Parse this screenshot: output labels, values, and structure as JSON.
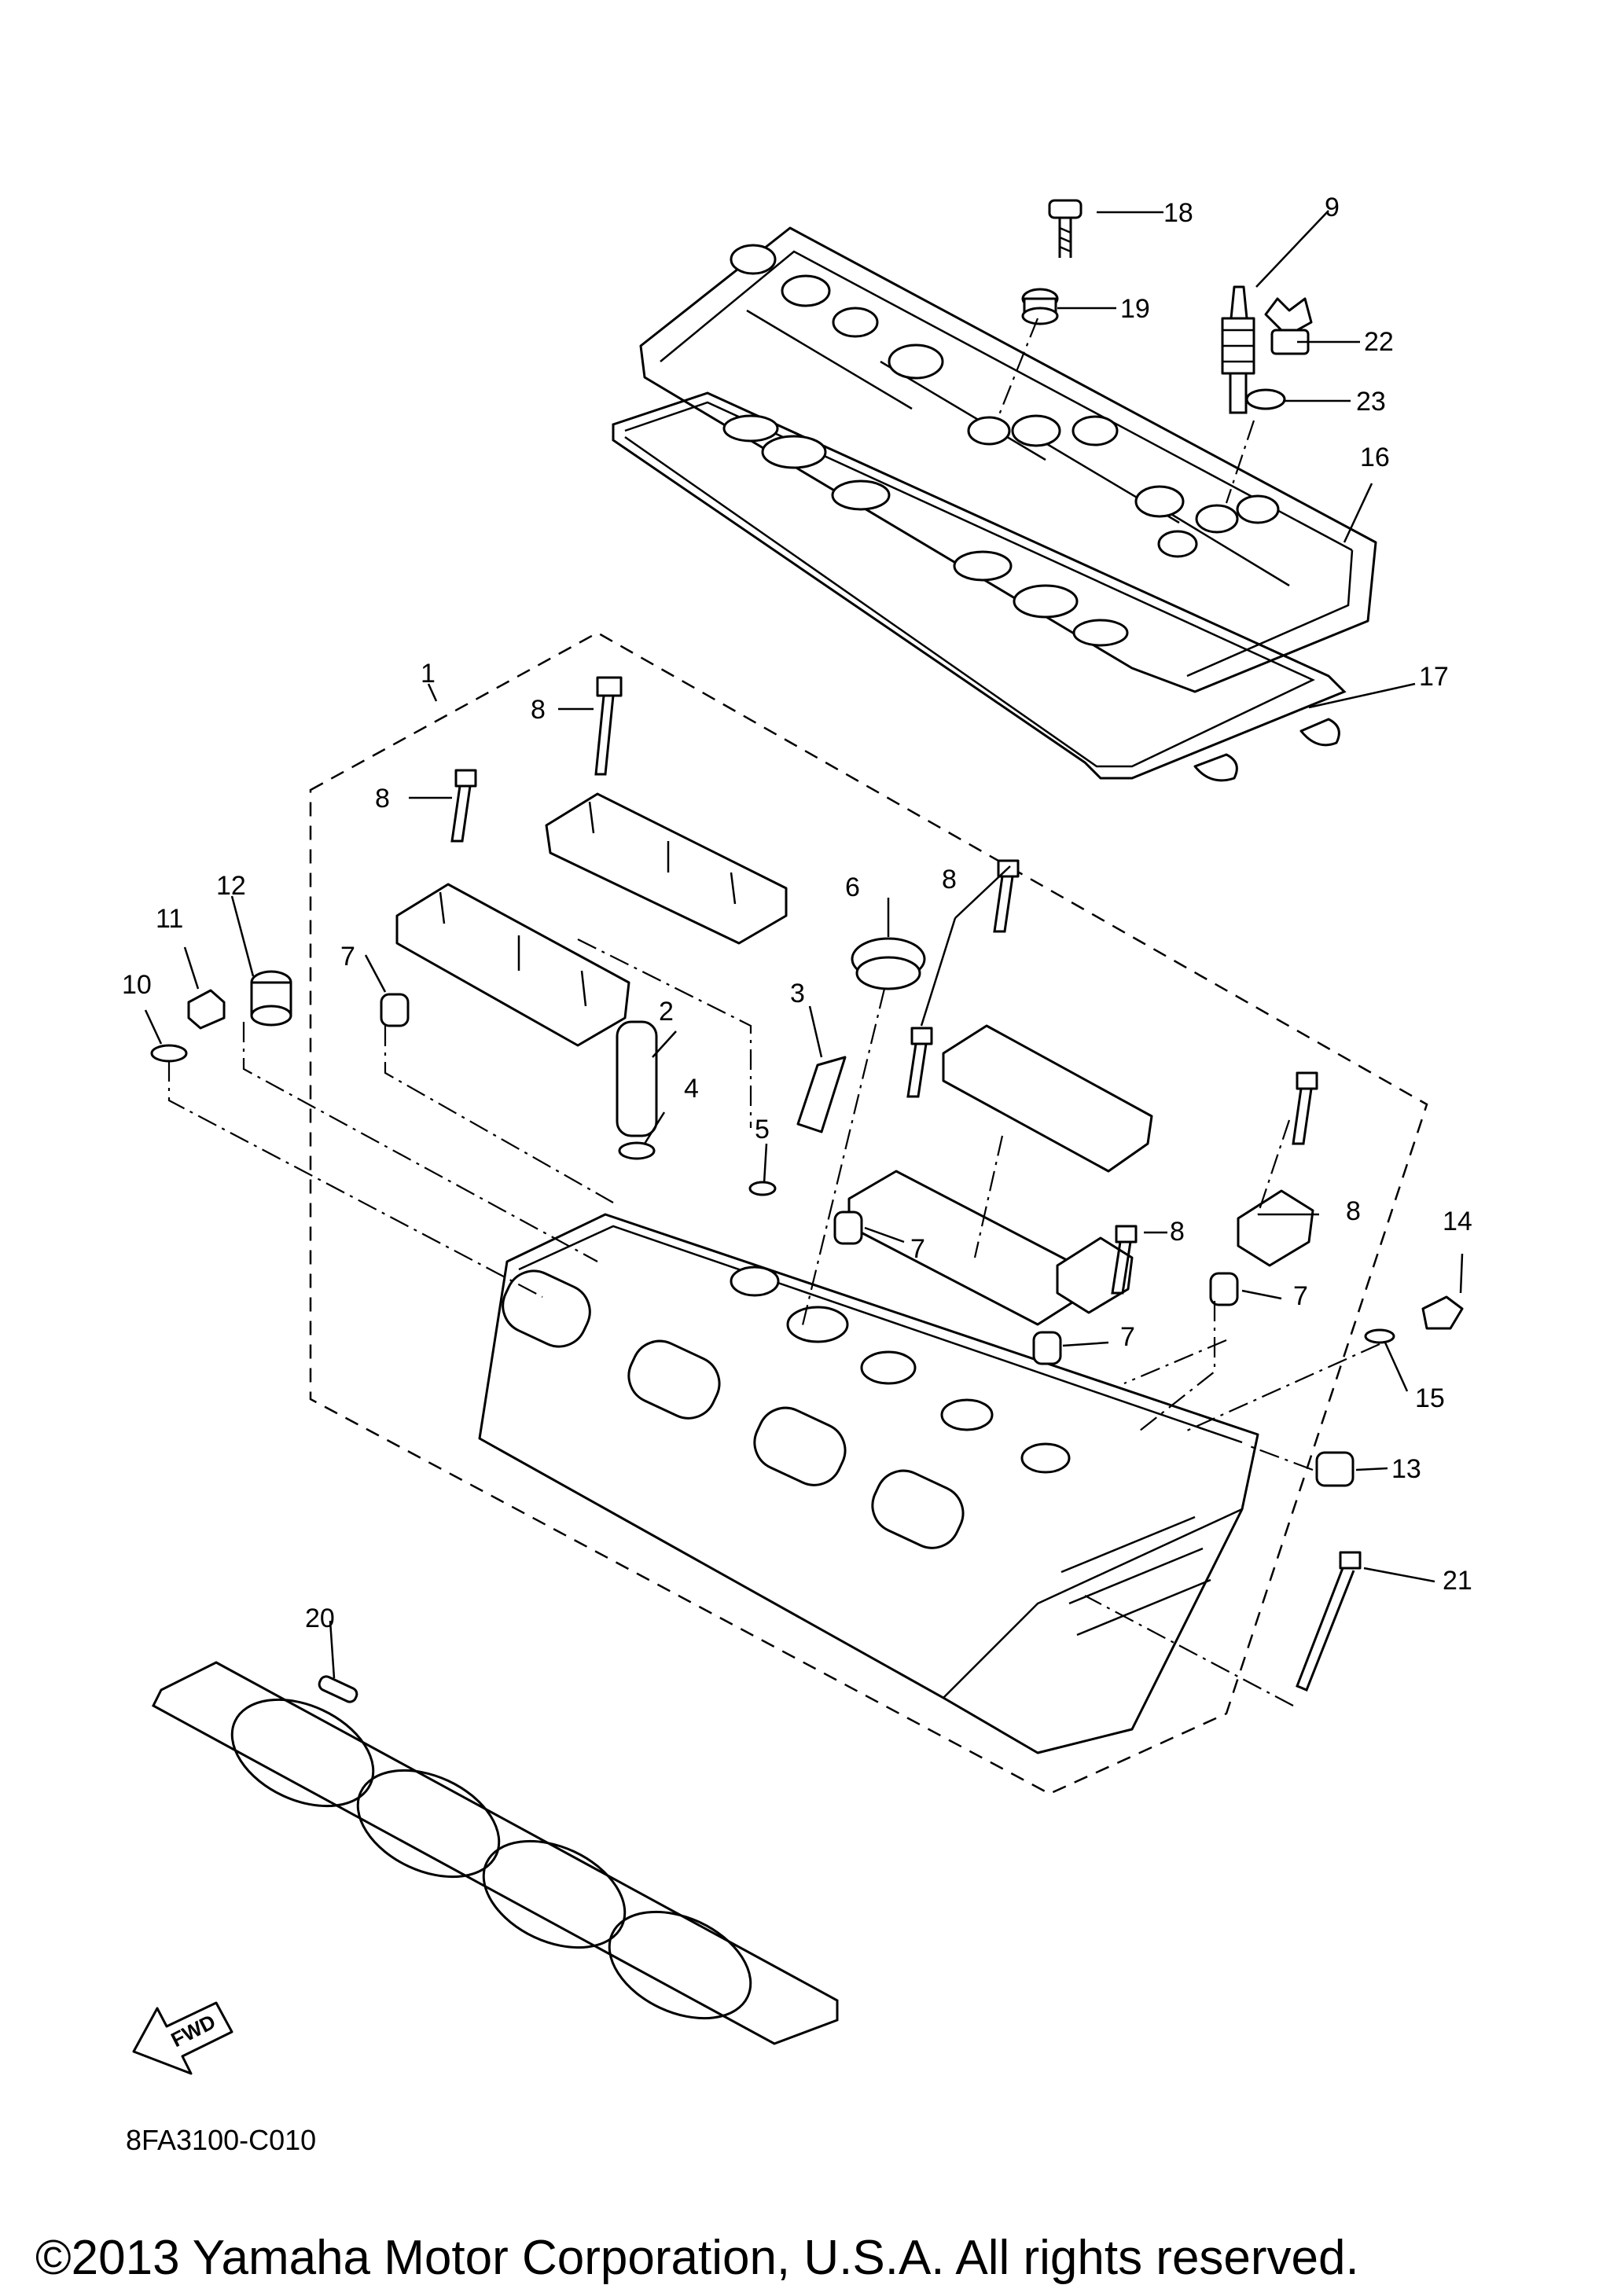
{
  "diagram": {
    "drawing_code": "8FA3100-C010",
    "fwd_label": "FWD",
    "copyright": "©2013 Yamaha Motor Corporation, U.S.A. All rights reserved.",
    "callouts": [
      {
        "id": "c1",
        "label": "1"
      },
      {
        "id": "c2",
        "label": "2"
      },
      {
        "id": "c3",
        "label": "3"
      },
      {
        "id": "c4",
        "label": "4"
      },
      {
        "id": "c5",
        "label": "5"
      },
      {
        "id": "c6",
        "label": "6"
      },
      {
        "id": "c7a",
        "label": "7"
      },
      {
        "id": "c7b",
        "label": "7"
      },
      {
        "id": "c7c",
        "label": "7"
      },
      {
        "id": "c7d",
        "label": "7"
      },
      {
        "id": "c8a",
        "label": "8"
      },
      {
        "id": "c8b",
        "label": "8"
      },
      {
        "id": "c8c",
        "label": "8"
      },
      {
        "id": "c8d",
        "label": "8"
      },
      {
        "id": "c8e",
        "label": "8"
      },
      {
        "id": "c9",
        "label": "9"
      },
      {
        "id": "c10",
        "label": "10"
      },
      {
        "id": "c11",
        "label": "11"
      },
      {
        "id": "c12",
        "label": "12"
      },
      {
        "id": "c13",
        "label": "13"
      },
      {
        "id": "c14",
        "label": "14"
      },
      {
        "id": "c15",
        "label": "15"
      },
      {
        "id": "c16",
        "label": "16"
      },
      {
        "id": "c17",
        "label": "17"
      },
      {
        "id": "c18",
        "label": "18"
      },
      {
        "id": "c19",
        "label": "19"
      },
      {
        "id": "c20",
        "label": "20"
      },
      {
        "id": "c21",
        "label": "21"
      },
      {
        "id": "c22",
        "label": "22"
      },
      {
        "id": "c23",
        "label": "23"
      }
    ]
  }
}
